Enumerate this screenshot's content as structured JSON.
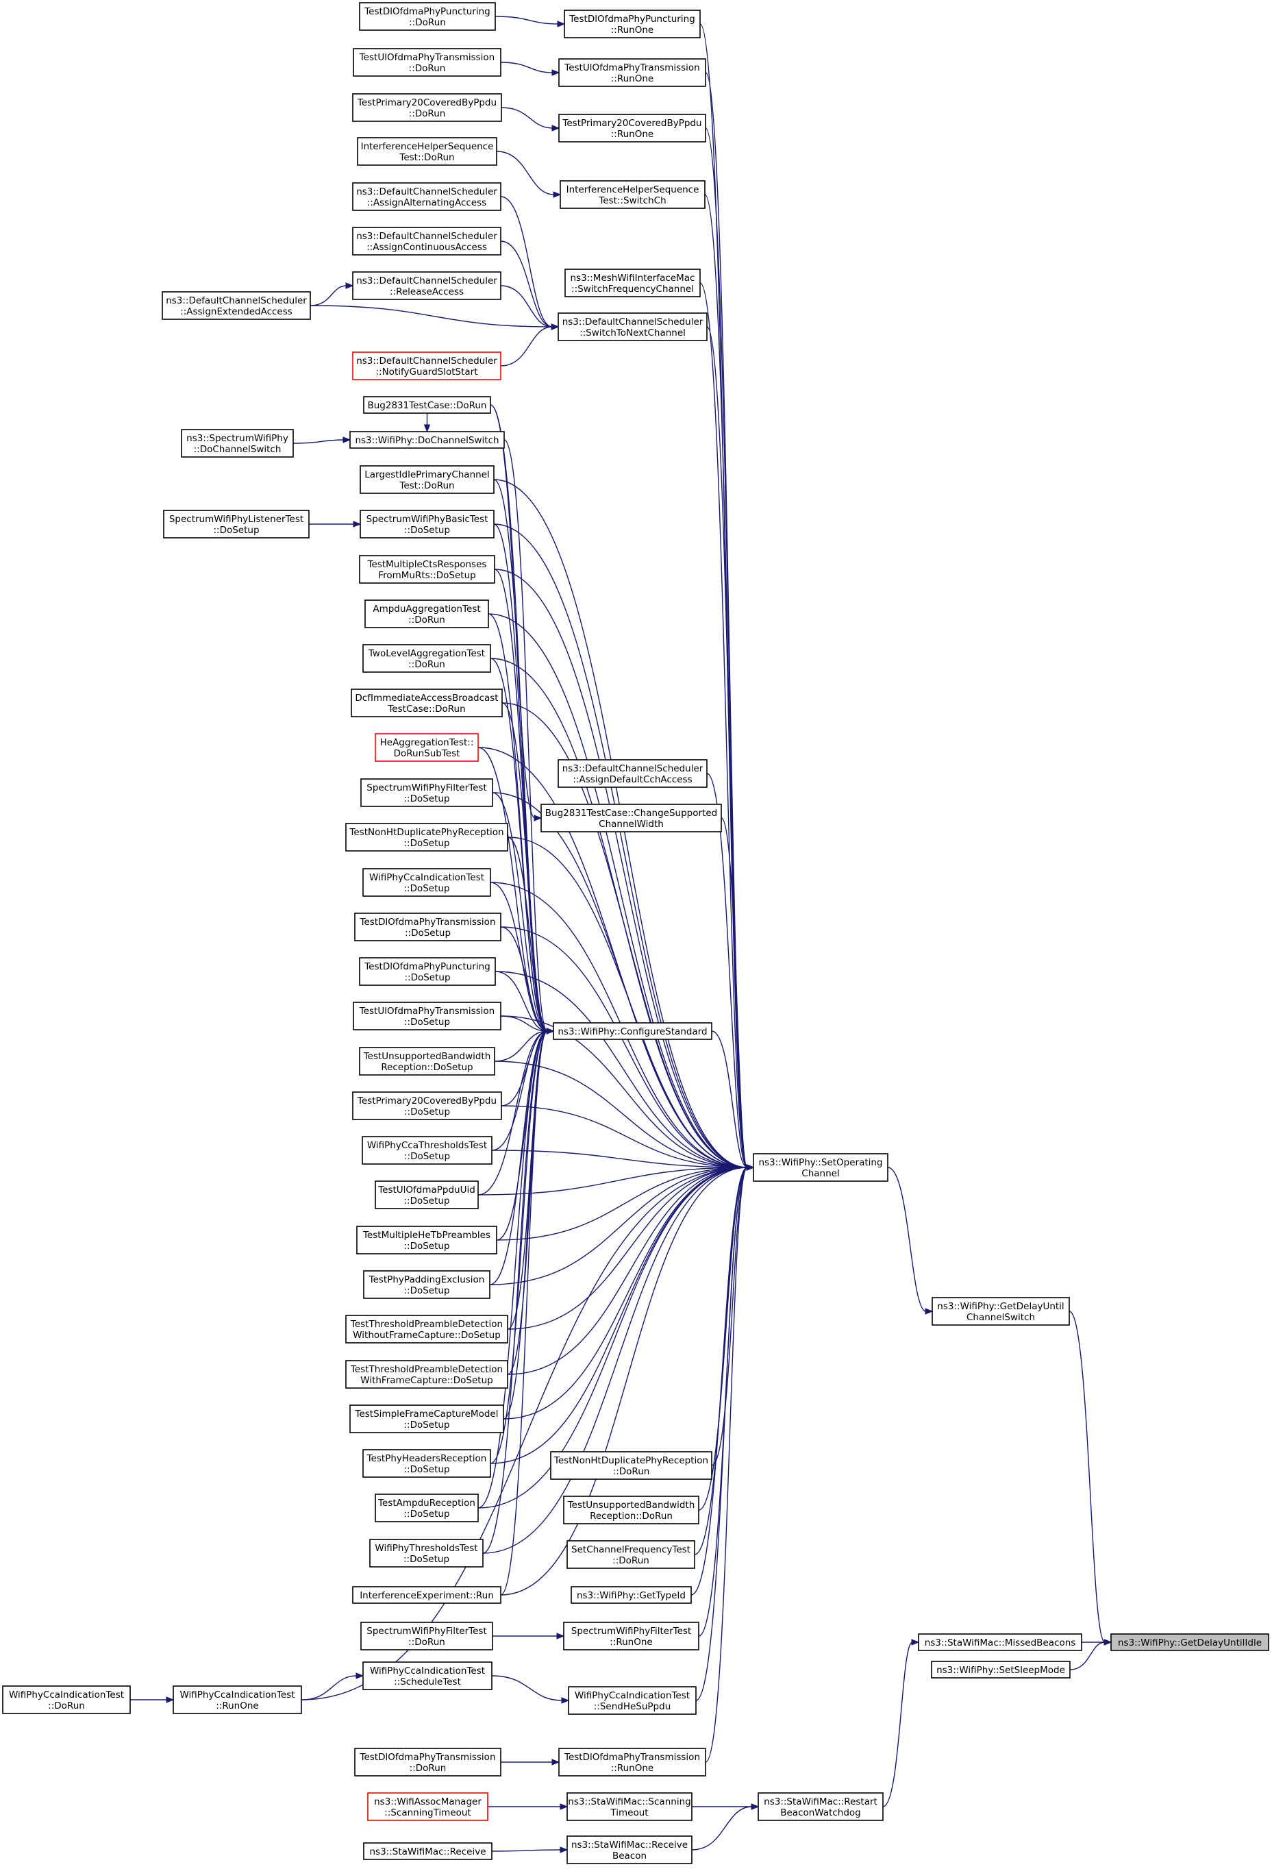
{
  "colors": {
    "edge": "#191970",
    "root_fill": "#bfbfbf",
    "red_border": "#ff0000",
    "border": "#000000"
  },
  "root": "n_getdelayuntilidle",
  "nodes": [
    {
      "id": "n_root",
      "lines": [
        "ns3::WifiPhy::GetDelayUntilIdle"
      ],
      "root": true
    },
    {
      "id": "n_missedbeacons",
      "lines": [
        "ns3::StaWifiMac::MissedBeacons"
      ]
    },
    {
      "id": "n_setsleepmode",
      "lines": [
        "ns3::WifiPhy::SetSleepMode"
      ]
    },
    {
      "id": "n_getdelaycs",
      "lines": [
        "ns3::WifiPhy::GetDelayUntil",
        "ChannelSwitch"
      ]
    },
    {
      "id": "n_setopch",
      "lines": [
        "ns3::WifiPhy::SetOperating",
        "Channel"
      ]
    },
    {
      "id": "n_restartbw",
      "lines": [
        "ns3::StaWifiMac::Restart",
        "BeaconWatchdog"
      ]
    },
    {
      "id": "n_scantimeout",
      "lines": [
        "ns3::StaWifiMac::Scanning",
        "Timeout"
      ]
    },
    {
      "id": "n_receivebeacon",
      "lines": [
        "ns3::StaWifiMac::Receive",
        "Beacon"
      ]
    },
    {
      "id": "n_assocscan",
      "lines": [
        "ns3::WifiAssocManager",
        "::ScanningTimeout"
      ],
      "red": true
    },
    {
      "id": "n_receive",
      "lines": [
        "ns3::StaWifiMac::Receive"
      ]
    },
    {
      "id": "n_tdlofdmatx_runone",
      "lines": [
        "TestDlOfdmaPhyTransmission",
        "::RunOne"
      ]
    },
    {
      "id": "n_tdlofdmatx_dorun",
      "lines": [
        "TestDlOfdmaPhyTransmission",
        "::DoRun"
      ]
    },
    {
      "id": "n_ccaind_runone",
      "lines": [
        "WifiPhyCcaIndicationTest",
        "::RunOne"
      ]
    },
    {
      "id": "n_ccaind_dorun",
      "lines": [
        "WifiPhyCcaIndicationTest",
        "::DoRun"
      ]
    },
    {
      "id": "n_ccaind_sendhesu",
      "lines": [
        "WifiPhyCcaIndicationTest",
        "::SendHeSuPpdu"
      ]
    },
    {
      "id": "n_ccaind_schedule",
      "lines": [
        "WifiPhyCcaIndicationTest",
        "::ScheduleTest"
      ]
    },
    {
      "id": "n_specfilter_runone",
      "lines": [
        "SpectrumWifiPhyFilterTest",
        "::RunOne"
      ]
    },
    {
      "id": "n_specfilter_dorun",
      "lines": [
        "SpectrumWifiPhyFilterTest",
        "::DoRun"
      ]
    },
    {
      "id": "n_gettypeid",
      "lines": [
        "ns3::WifiPhy::GetTypeId"
      ]
    },
    {
      "id": "n_setchfreq_dorun",
      "lines": [
        "SetChannelFrequencyTest",
        "::DoRun"
      ]
    },
    {
      "id": "n_unsupbw_dorun",
      "lines": [
        "TestUnsupportedBandwidth",
        "Reception::DoRun"
      ]
    },
    {
      "id": "n_nonht_dorun",
      "lines": [
        "TestNonHtDuplicatePhyReception",
        "::DoRun"
      ]
    },
    {
      "id": "n_configstd",
      "lines": [
        "ns3::WifiPhy::ConfigureStandard"
      ]
    },
    {
      "id": "n_bug2831_change",
      "lines": [
        "Bug2831TestCase::ChangeSupported",
        "ChannelWidth"
      ]
    },
    {
      "id": "n_dcs_assigndefault",
      "lines": [
        "ns3::DefaultChannelScheduler",
        "::AssignDefaultCchAccess"
      ]
    },
    {
      "id": "n_dcs_switchnext",
      "lines": [
        "ns3::DefaultChannelScheduler",
        "::SwitchToNextChannel"
      ]
    },
    {
      "id": "n_mesh_switch",
      "lines": [
        "ns3::MeshWifiInterfaceMac",
        "::SwitchFrequencyChannel"
      ]
    },
    {
      "id": "n_ihs_switchch",
      "lines": [
        "InterferenceHelperSequence",
        "Test::SwitchCh"
      ]
    },
    {
      "id": "n_tp20_runone",
      "lines": [
        "TestPrimary20CoveredByPpdu",
        "::RunOne"
      ]
    },
    {
      "id": "n_tulofdmatx_runone",
      "lines": [
        "TestUlOfdmaPhyTransmission",
        "::RunOne"
      ]
    },
    {
      "id": "n_tdlpunct_runone",
      "lines": [
        "TestDlOfdmaPhyPuncturing",
        "::RunOne"
      ]
    },
    {
      "id": "n_tdlpunct_dorun",
      "lines": [
        "TestDlOfdmaPhyPuncturing",
        "::DoRun"
      ]
    },
    {
      "id": "n_tulofdmatx_dorun",
      "lines": [
        "TestUlOfdmaPhyTransmission",
        "::DoRun"
      ]
    },
    {
      "id": "n_tp20_dorun",
      "lines": [
        "TestPrimary20CoveredByPpdu",
        "::DoRun"
      ]
    },
    {
      "id": "n_ihs_dorun",
      "lines": [
        "InterferenceHelperSequence",
        "Test::DoRun"
      ]
    },
    {
      "id": "n_dcs_altern",
      "lines": [
        "ns3::DefaultChannelScheduler",
        "::AssignAlternatingAccess"
      ]
    },
    {
      "id": "n_dcs_contin",
      "lines": [
        "ns3::DefaultChannelScheduler",
        "::AssignContinuousAccess"
      ]
    },
    {
      "id": "n_dcs_release",
      "lines": [
        "ns3::DefaultChannelScheduler",
        "::ReleaseAccess"
      ]
    },
    {
      "id": "n_dcs_extended",
      "lines": [
        "ns3::DefaultChannelScheduler",
        "::AssignExtendedAccess"
      ]
    },
    {
      "id": "n_dcs_notify",
      "lines": [
        "ns3::DefaultChannelScheduler",
        "::NotifyGuardSlotStart"
      ],
      "red": true
    },
    {
      "id": "n_bug2831_dorun",
      "lines": [
        "Bug2831TestCase::DoRun"
      ]
    },
    {
      "id": "n_dochswitch",
      "lines": [
        "ns3::WifiPhy::DoChannelSwitch"
      ]
    },
    {
      "id": "n_specphy_dochswitch",
      "lines": [
        "ns3::SpectrumWifiPhy",
        "::DoChannelSwitch"
      ]
    },
    {
      "id": "n_largestidle",
      "lines": [
        "LargestIdlePrimaryChannel",
        "Test::DoRun"
      ]
    },
    {
      "id": "n_specbasic",
      "lines": [
        "SpectrumWifiPhyBasicTest",
        "::DoSetup"
      ]
    },
    {
      "id": "n_speclistener",
      "lines": [
        "SpectrumWifiPhyListenerTest",
        "::DoSetup"
      ]
    },
    {
      "id": "n_multicts",
      "lines": [
        "TestMultipleCtsResponses",
        "FromMuRts::DoSetup"
      ]
    },
    {
      "id": "n_ampduagg",
      "lines": [
        "AmpduAggregationTest",
        "::DoRun"
      ]
    },
    {
      "id": "n_twolevelagg",
      "lines": [
        "TwoLevelAggregationTest",
        "::DoRun"
      ]
    },
    {
      "id": "n_dcfimm",
      "lines": [
        "DcfImmediateAccessBroadcast",
        "TestCase::DoRun"
      ]
    },
    {
      "id": "n_heagg",
      "lines": [
        "HeAggregationTest::",
        "DoRunSubTest"
      ],
      "red": true
    },
    {
      "id": "n_specfilter_setup",
      "lines": [
        "SpectrumWifiPhyFilterTest",
        "::DoSetup"
      ]
    },
    {
      "id": "n_nonht_setup",
      "lines": [
        "TestNonHtDuplicatePhyReception",
        "::DoSetup"
      ]
    },
    {
      "id": "n_ccaind_setup",
      "lines": [
        "WifiPhyCcaIndicationTest",
        "::DoSetup"
      ]
    },
    {
      "id": "n_tdlofdmatx_setup",
      "lines": [
        "TestDlOfdmaPhyTransmission",
        "::DoSetup"
      ]
    },
    {
      "id": "n_tdlpunct_setup",
      "lines": [
        "TestDlOfdmaPhyPuncturing",
        "::DoSetup"
      ]
    },
    {
      "id": "n_tulofdmatx_setup",
      "lines": [
        "TestUlOfdmaPhyTransmission",
        "::DoSetup"
      ]
    },
    {
      "id": "n_unsupbw_setup",
      "lines": [
        "TestUnsupportedBandwidth",
        "Reception::DoSetup"
      ]
    },
    {
      "id": "n_tp20_setup",
      "lines": [
        "TestPrimary20CoveredByPpdu",
        "::DoSetup"
      ]
    },
    {
      "id": "n_ccathr_setup",
      "lines": [
        "WifiPhyCcaThresholdsTest",
        "::DoSetup"
      ]
    },
    {
      "id": "n_ulppduuid_setup",
      "lines": [
        "TestUlOfdmaPpduUid",
        "::DoSetup"
      ]
    },
    {
      "id": "n_multihetb_setup",
      "lines": [
        "TestMultipleHeTbPreambles",
        "::DoSetup"
      ]
    },
    {
      "id": "n_padexcl_setup",
      "lines": [
        "TestPhyPaddingExclusion",
        "::DoSetup"
      ]
    },
    {
      "id": "n_tpd_wo_setup",
      "lines": [
        "TestThresholdPreambleDetection",
        "WithoutFrameCapture::DoSetup"
      ]
    },
    {
      "id": "n_tpd_w_setup",
      "lines": [
        "TestThresholdPreambleDetection",
        "WithFrameCapture::DoSetup"
      ]
    },
    {
      "id": "n_simplefc_setup",
      "lines": [
        "TestSimpleFrameCaptureModel",
        "::DoSetup"
      ]
    },
    {
      "id": "n_phyhdr_setup",
      "lines": [
        "TestPhyHeadersReception",
        "::DoSetup"
      ]
    },
    {
      "id": "n_ampdurx_setup",
      "lines": [
        "TestAmpduReception",
        "::DoSetup"
      ]
    },
    {
      "id": "n_phythr_setup",
      "lines": [
        "WifiPhyThresholdsTest",
        "::DoSetup"
      ]
    },
    {
      "id": "n_interfexp_run",
      "lines": [
        "InterferenceExperiment::Run"
      ]
    }
  ],
  "edges": [
    [
      "n_missedbeacons",
      "n_root"
    ],
    [
      "n_setsleepmode",
      "n_root"
    ],
    [
      "n_getdelaycs",
      "n_root"
    ],
    [
      "n_restartbw",
      "n_missedbeacons"
    ],
    [
      "n_setopch",
      "n_getdelaycs"
    ],
    [
      "n_scantimeout",
      "n_restartbw"
    ],
    [
      "n_receivebeacon",
      "n_restartbw"
    ],
    [
      "n_assocscan",
      "n_scantimeout"
    ],
    [
      "n_receive",
      "n_receivebeacon"
    ],
    [
      "n_tdlofdmatx_runone",
      "n_setopch"
    ],
    [
      "n_tdlofdmatx_dorun",
      "n_tdlofdmatx_runone"
    ],
    [
      "n_ccaind_runone",
      "n_setopch"
    ],
    [
      "n_ccaind_dorun",
      "n_ccaind_runone"
    ],
    [
      "n_ccaind_sendhesu",
      "n_setopch"
    ],
    [
      "n_ccaind_schedule",
      "n_ccaind_sendhesu"
    ],
    [
      "n_ccaind_runone",
      "n_ccaind_schedule"
    ],
    [
      "n_specfilter_runone",
      "n_setopch"
    ],
    [
      "n_specfilter_dorun",
      "n_specfilter_runone"
    ],
    [
      "n_gettypeid",
      "n_setopch"
    ],
    [
      "n_setchfreq_dorun",
      "n_setopch"
    ],
    [
      "n_unsupbw_dorun",
      "n_setopch"
    ],
    [
      "n_nonht_dorun",
      "n_setopch"
    ],
    [
      "n_configstd",
      "n_setopch"
    ],
    [
      "n_bug2831_change",
      "n_setopch"
    ],
    [
      "n_dcs_assigndefault",
      "n_setopch"
    ],
    [
      "n_dcs_switchnext",
      "n_setopch"
    ],
    [
      "n_mesh_switch",
      "n_setopch"
    ],
    [
      "n_ihs_switchch",
      "n_setopch"
    ],
    [
      "n_tp20_runone",
      "n_setopch"
    ],
    [
      "n_tulofdmatx_runone",
      "n_setopch"
    ],
    [
      "n_tdlpunct_runone",
      "n_setopch"
    ],
    [
      "n_tdlpunct_dorun",
      "n_tdlpunct_runone"
    ],
    [
      "n_tulofdmatx_dorun",
      "n_tulofdmatx_runone"
    ],
    [
      "n_tp20_dorun",
      "n_tp20_runone"
    ],
    [
      "n_ihs_dorun",
      "n_ihs_switchch"
    ],
    [
      "n_dcs_altern",
      "n_dcs_switchnext"
    ],
    [
      "n_dcs_contin",
      "n_dcs_switchnext"
    ],
    [
      "n_dcs_release",
      "n_dcs_switchnext"
    ],
    [
      "n_dcs_extended",
      "n_dcs_switchnext"
    ],
    [
      "n_dcs_extended",
      "n_dcs_release"
    ],
    [
      "n_dcs_notify",
      "n_dcs_switchnext"
    ],
    [
      "n_specphy_dochswitch",
      "n_dochswitch"
    ],
    [
      "n_speclistener",
      "n_specbasic"
    ],
    [
      "n_dochswitch",
      "n_configstd"
    ],
    [
      "n_bug2831_dorun",
      "n_dochswitch"
    ],
    [
      "n_bug2831_dorun",
      "n_configstd"
    ],
    [
      "n_largestidle",
      "n_configstd"
    ],
    [
      "n_specbasic",
      "n_configstd"
    ],
    [
      "n_multicts",
      "n_configstd"
    ],
    [
      "n_ampduagg",
      "n_configstd"
    ],
    [
      "n_twolevelagg",
      "n_configstd"
    ],
    [
      "n_dcfimm",
      "n_configstd"
    ],
    [
      "n_heagg",
      "n_configstd"
    ],
    [
      "n_specfilter_setup",
      "n_configstd"
    ],
    [
      "n_nonht_setup",
      "n_configstd"
    ],
    [
      "n_ccaind_setup",
      "n_configstd"
    ],
    [
      "n_tdlofdmatx_setup",
      "n_configstd"
    ],
    [
      "n_tdlpunct_setup",
      "n_configstd"
    ],
    [
      "n_tulofdmatx_setup",
      "n_configstd"
    ],
    [
      "n_unsupbw_setup",
      "n_configstd"
    ],
    [
      "n_tp20_setup",
      "n_configstd"
    ],
    [
      "n_ccathr_setup",
      "n_configstd"
    ],
    [
      "n_ulppduuid_setup",
      "n_configstd"
    ],
    [
      "n_multihetb_setup",
      "n_configstd"
    ],
    [
      "n_padexcl_setup",
      "n_configstd"
    ],
    [
      "n_tpd_wo_setup",
      "n_configstd"
    ],
    [
      "n_tpd_w_setup",
      "n_configstd"
    ],
    [
      "n_simplefc_setup",
      "n_configstd"
    ],
    [
      "n_phyhdr_setup",
      "n_configstd"
    ],
    [
      "n_ampdurx_setup",
      "n_configstd"
    ],
    [
      "n_phythr_setup",
      "n_configstd"
    ],
    [
      "n_interfexp_run",
      "n_configstd"
    ],
    [
      "n_bug2831_dorun",
      "n_bug2831_change"
    ],
    [
      "n_largestidle",
      "n_setopch"
    ],
    [
      "n_specbasic",
      "n_setopch"
    ],
    [
      "n_multicts",
      "n_setopch"
    ],
    [
      "n_ampduagg",
      "n_setopch"
    ],
    [
      "n_twolevelagg",
      "n_setopch"
    ],
    [
      "n_dcfimm",
      "n_setopch"
    ],
    [
      "n_heagg",
      "n_setopch"
    ],
    [
      "n_specfilter_setup",
      "n_setopch"
    ],
    [
      "n_nonht_setup",
      "n_setopch"
    ],
    [
      "n_ccaind_setup",
      "n_setopch"
    ],
    [
      "n_tdlofdmatx_setup",
      "n_setopch"
    ],
    [
      "n_tdlpunct_setup",
      "n_setopch"
    ],
    [
      "n_tulofdmatx_setup",
      "n_setopch"
    ],
    [
      "n_unsupbw_setup",
      "n_setopch"
    ],
    [
      "n_tp20_setup",
      "n_setopch"
    ],
    [
      "n_ccathr_setup",
      "n_setopch"
    ],
    [
      "n_ulppduuid_setup",
      "n_setopch"
    ],
    [
      "n_multihetb_setup",
      "n_setopch"
    ],
    [
      "n_padexcl_setup",
      "n_setopch"
    ],
    [
      "n_tpd_wo_setup",
      "n_setopch"
    ],
    [
      "n_tpd_w_setup",
      "n_setopch"
    ],
    [
      "n_simplefc_setup",
      "n_setopch"
    ],
    [
      "n_phyhdr_setup",
      "n_setopch"
    ],
    [
      "n_ampdurx_setup",
      "n_setopch"
    ],
    [
      "n_phythr_setup",
      "n_setopch"
    ],
    [
      "n_interfexp_run",
      "n_setopch"
    ]
  ]
}
